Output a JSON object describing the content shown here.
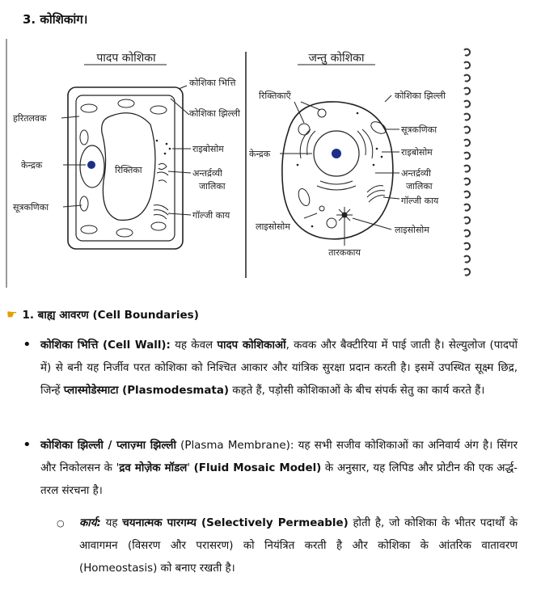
{
  "section": {
    "number": "3.",
    "title": "कोशिकांग।"
  },
  "figure": {
    "plant": {
      "title": "पादप कोशिका",
      "labels": {
        "cell_wall": "कोशिका भित्ति",
        "chloroplast": "हरितलवक",
        "cell_membrane": "कोशिका झिल्ली",
        "ribosome": "राइबोसोम",
        "nucleus": "केन्द्रक",
        "vacuole": "रिक्तिका",
        "er_line1": "अन्तर्द्रव्यी",
        "er_line2": "जालिका",
        "mitochondria": "सूत्रकणिका",
        "golgi": "गॉल्जी काय"
      }
    },
    "animal": {
      "title": "जन्तु कोशिका",
      "labels": {
        "vacuoles": "रिक्तिकाएँ",
        "cell_membrane": "कोशिका झिल्ली",
        "mitochondria": "सूत्रकणिका",
        "nucleus": "केन्द्रक",
        "ribosome": "राइबोसोम",
        "er_line1": "अन्तर्द्रव्यी",
        "er_line2": "जालिका",
        "golgi": "गॉल्जी काय",
        "lysosome_left": "लाइसोसोम",
        "lysosome_right": "लाइसोसोम",
        "centrosome": "तारककाय"
      }
    }
  },
  "heading": {
    "icon": "pointing-hand-icon",
    "text": "1. बाह्य आवरण (Cell Boundaries)"
  },
  "cell_wall": {
    "term": "कोशिका भित्ति (Cell Wall):",
    "t1": " यह केवल ",
    "b1": "पादप कोशिकाओं",
    "t2": ", कवक और बैक्टीरिया में पाई जाती है। सेल्युलोज (पादपों में) से बनी यह निर्जीव परत कोशिका को निश्चित आकार और यांत्रिक सुरक्षा प्रदान करती है। इसमें उपस्थित सूक्ष्म छिद्र, जिन्हें ",
    "b2": "प्लास्मोडेस्माटा (Plasmodesmata)",
    "t3": " कहते हैं, पड़ोसी कोशिकाओं के बीच संपर्क सेतु का कार्य करते हैं।"
  },
  "membrane": {
    "term": "कोशिका झिल्ली / प्लाज़्मा झिल्ली",
    "term_en": " (Plasma Membrane):",
    "t1": " यह सभी सजीव कोशिकाओं का अनिवार्य अंग है। सिंगर और निकोलसन के '",
    "b1": "द्रव मोज़ेक मॉडल",
    "t2": "' ",
    "b2": "(Fluid Mosaic Model)",
    "t3": " के अनुसार, यह लिपिड और प्रोटीन की एक अर्द्ध-तरल संरचना है।"
  },
  "function": {
    "label": "कार्य:",
    "t1": " यह ",
    "b1": "चयनात्मक पारगम्य (Selectively Permeable)",
    "t2": " होती है, जो कोशिका के भीतर पदार्थों के आवागमन (विसरण और परासरण) को नियंत्रित करती है और कोशिका के आंतरिक वातावरण (Homeostasis) को बनाए रखती है।"
  }
}
